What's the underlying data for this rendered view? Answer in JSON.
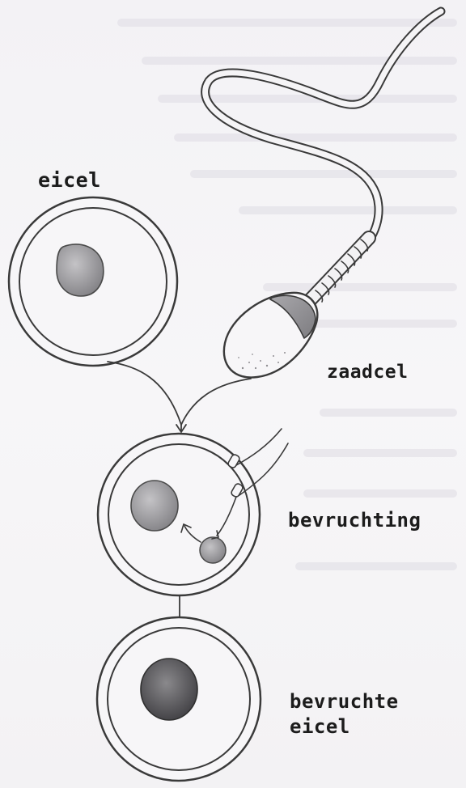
{
  "labels": {
    "egg_cell": "eicel",
    "sperm_cell": "zaadcel",
    "fertilization": "bevruchting",
    "fertilized_line1": "bevruchte",
    "fertilized_line2": "eicel"
  },
  "colors": {
    "background": "#f5f4f6",
    "ink": "#3a3a3a",
    "nucleus": "#9a9a9c",
    "nucleus_dark": "#5e5e60",
    "text": "#1c1c1c"
  },
  "icons": {
    "egg": "egg-cell-icon",
    "sperm": "sperm-cell-icon",
    "arrow": "arrow-down-icon"
  }
}
